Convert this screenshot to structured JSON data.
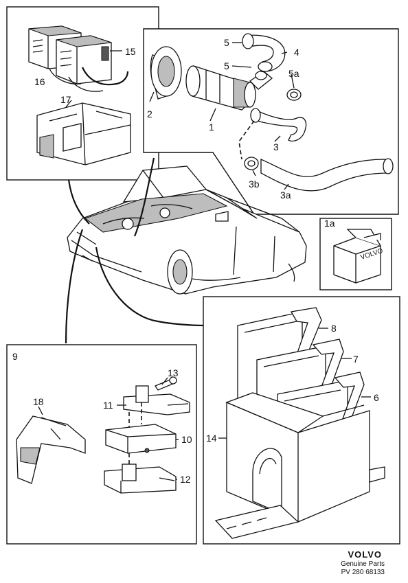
{
  "callouts": {
    "p1": "1",
    "p1a": "1a",
    "p2": "2",
    "p3": "3",
    "p3a": "3a",
    "p3b": "3b",
    "p4": "4",
    "p5_top": "5",
    "p5_mid": "5",
    "p5a": "5a",
    "p6": "6",
    "p7": "7",
    "p8": "8",
    "p9": "9",
    "p10": "10",
    "p11": "11",
    "p12": "12",
    "p13": "13",
    "p14": "14",
    "p15": "15",
    "p16": "16",
    "p17": "17",
    "p18": "18"
  },
  "box_brand": "VOLVO",
  "footer": {
    "brand": "VOLVO",
    "tagline": "Genuine Parts",
    "code": "PV 280 68133"
  }
}
